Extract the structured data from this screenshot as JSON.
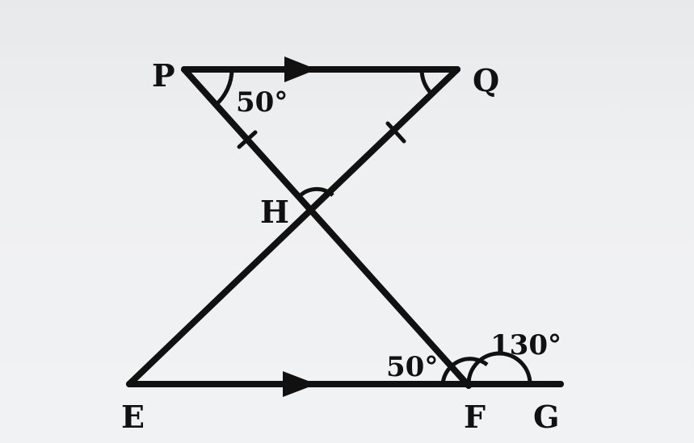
{
  "points": {
    "P": "P",
    "Q": "Q",
    "H": "H",
    "E": "E",
    "F": "F",
    "G": "G"
  },
  "angles": {
    "at_P": "50°",
    "at_F": "50°",
    "exterior_at_F": "130°"
  },
  "colors": {
    "ink": "#111111",
    "paper": "#eeeff1"
  }
}
